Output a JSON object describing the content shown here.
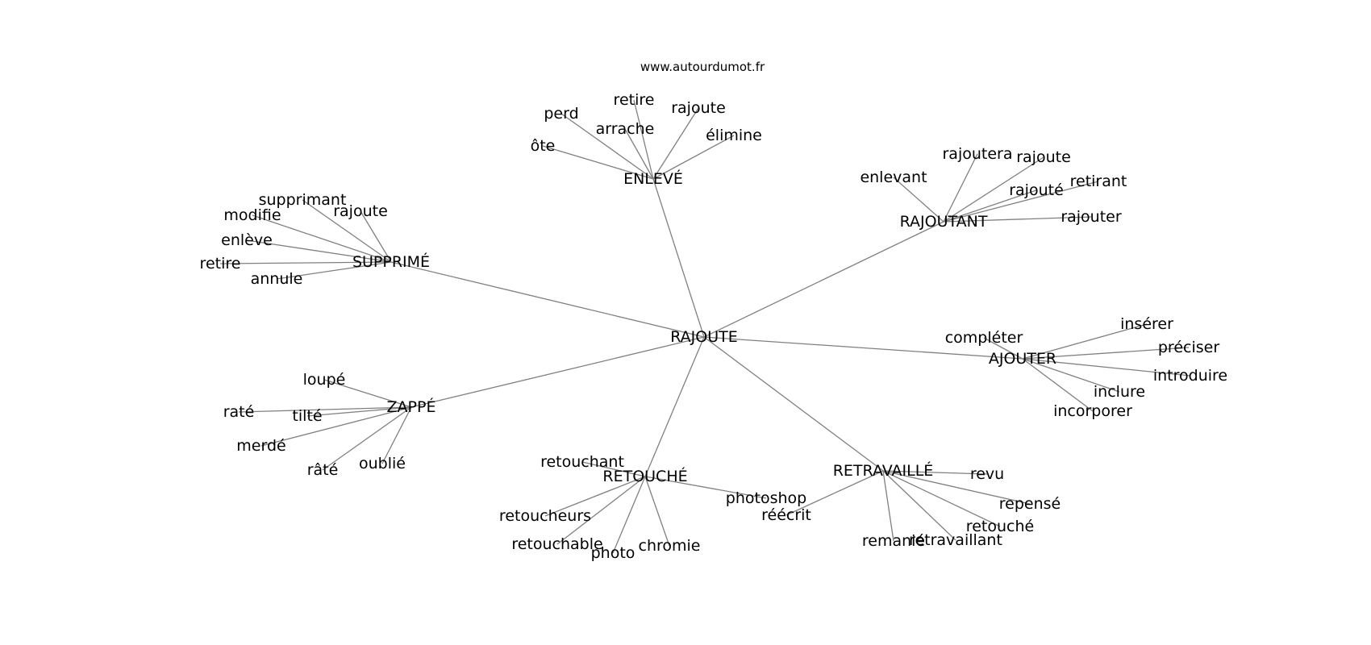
{
  "source": "www.autourdumot.fr",
  "center": "RAJOUTE",
  "clusters": [
    {
      "hub": "ENLEVÉ",
      "words": [
        "retire",
        "perd",
        "rajoute",
        "arrache",
        "élimine",
        "ôte"
      ]
    },
    {
      "hub": "RAJOUTANT",
      "words": [
        "rajoutera",
        "rajoute",
        "enlevant",
        "retirant",
        "rajouté",
        "rajouter"
      ]
    },
    {
      "hub": "SUPPRIMÉ",
      "words": [
        "supprimant",
        "modifie",
        "rajoute",
        "enlève",
        "retire",
        "annule"
      ]
    },
    {
      "hub": "AJOUTER",
      "words": [
        "insérer",
        "compléter",
        "préciser",
        "introduire",
        "inclure",
        "incorporer"
      ]
    },
    {
      "hub": "ZAPPÉ",
      "words": [
        "loupé",
        "raté",
        "tilté",
        "merdé",
        "râté",
        "oublié"
      ]
    },
    {
      "hub": "RETOUCHÉ",
      "words": [
        "retouchant",
        "photoshop",
        "retoucheurs",
        "retouchable",
        "chromie",
        "photo"
      ]
    },
    {
      "hub": "RETRAVAILLÉ",
      "words": [
        "revu",
        "repensé",
        "réécrit",
        "retouché",
        "remanié",
        "retravaillant"
      ]
    }
  ]
}
